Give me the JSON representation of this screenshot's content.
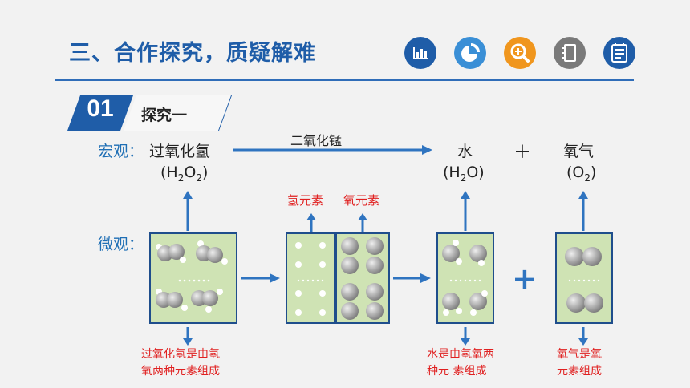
{
  "title": "三、合作探究，质疑解难",
  "icons": [
    {
      "name": "bar-chart-icon",
      "color": "#1f5da8"
    },
    {
      "name": "pie-chart-icon",
      "color": "#3a8fd6"
    },
    {
      "name": "magnifier-icon",
      "color": "#f0961e"
    },
    {
      "name": "notebook-icon",
      "color": "#7a7a7a"
    },
    {
      "name": "checklist-icon",
      "color": "#1f5da8"
    }
  ],
  "section": {
    "number": "01",
    "label": "探究一"
  },
  "macro": {
    "label": "宏观：",
    "reactant": "过氧化氢",
    "reactant_formula": {
      "pre": "(H",
      "s1": "2",
      "mid": "O",
      "s2": "2",
      "post": ")"
    },
    "catalyst": "二氧化锰",
    "product1": "水",
    "product1_formula": {
      "pre": "(H",
      "s1": "2",
      "post": "O)"
    },
    "plus": "＋",
    "product2": "氧气",
    "product2_formula": {
      "pre": "(O",
      "s1": "2",
      "post": ")"
    }
  },
  "micro": {
    "label": "微观："
  },
  "elements": {
    "h": "氢元素",
    "o": "氧元素"
  },
  "conclusions": {
    "h2o2": [
      "过氧化氢是由氢",
      "氧两种元素组成"
    ],
    "h2o": [
      "水是由氢氧两",
      "种元 素组成"
    ],
    "o2": [
      "氧气是氧",
      "元素组成"
    ]
  },
  "colors": {
    "title": "#1f5da8",
    "arrow": "#2f74c0",
    "box_fill": "#cfe3b4",
    "box_border": "#1f4e8c",
    "note": "#e02020"
  }
}
